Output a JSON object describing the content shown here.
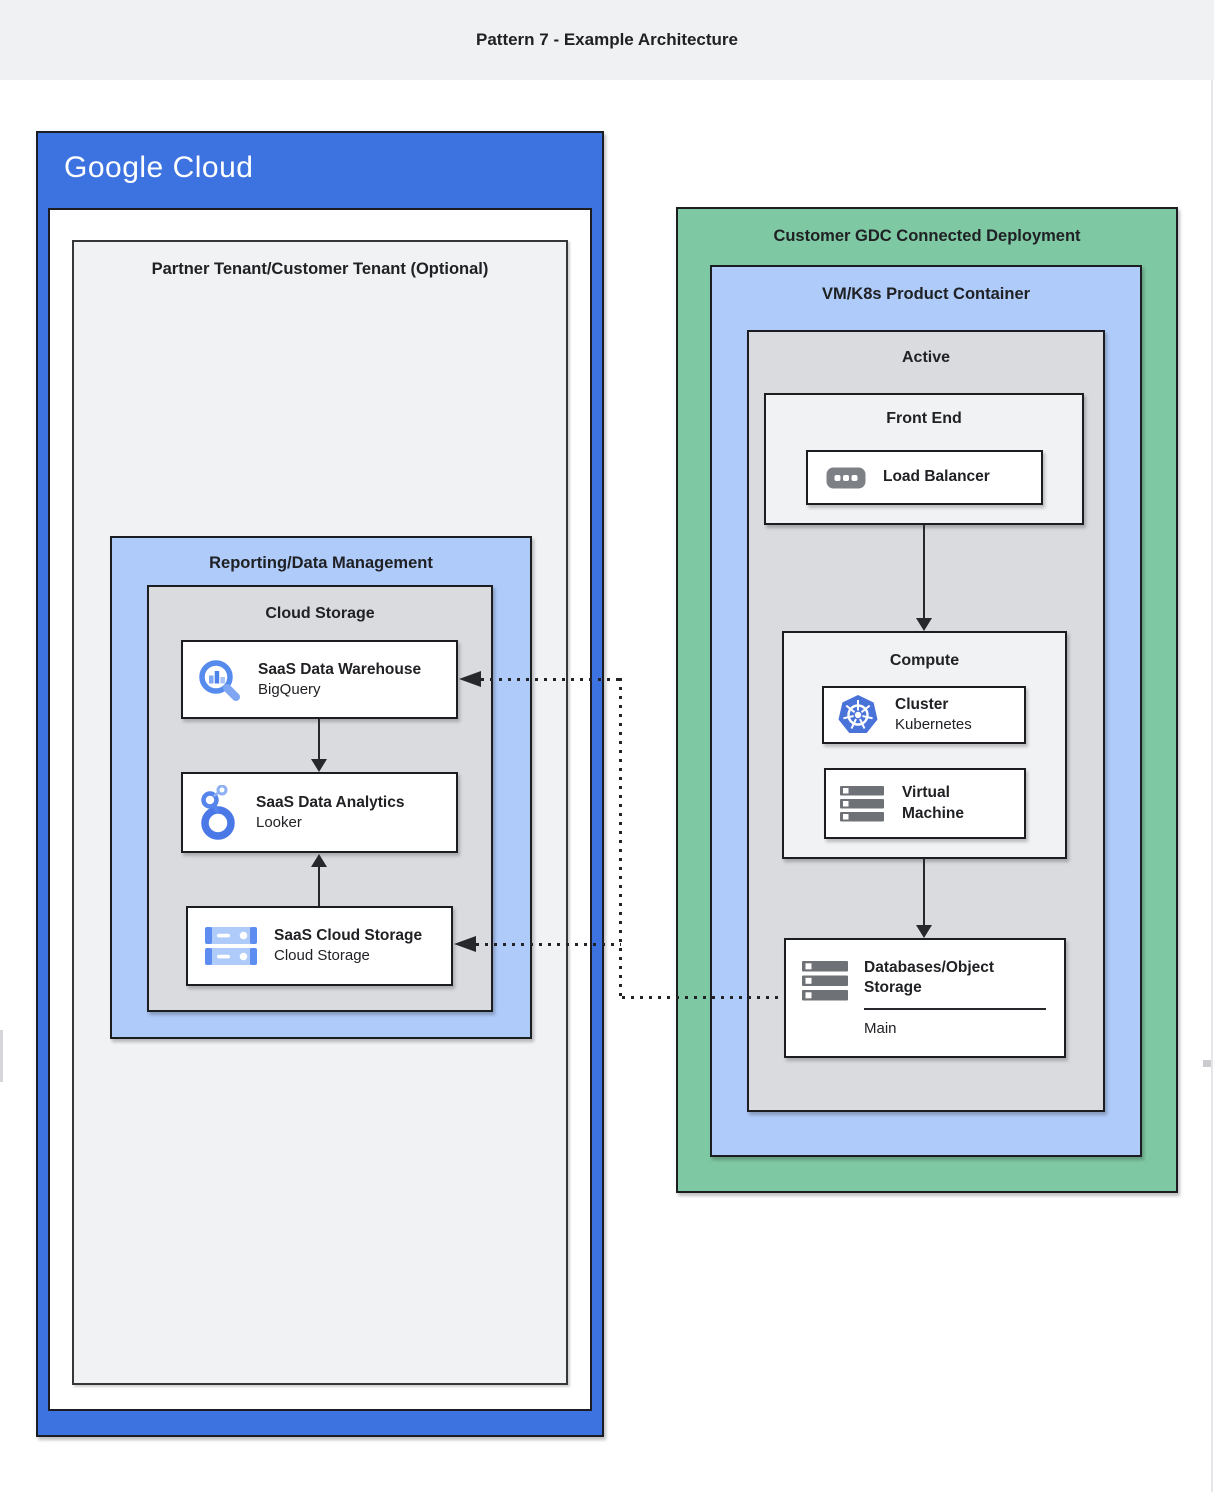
{
  "page": {
    "title": "Pattern 7 - Example Architecture"
  },
  "google_cloud": {
    "logo": "Google Cloud",
    "partner_tenant": {
      "title": "Partner Tenant/Customer Tenant (Optional)"
    },
    "reporting": {
      "title": "Reporting/Data Management",
      "cloud_storage_group": {
        "title": "Cloud Storage",
        "cards": [
          {
            "title": "SaaS Data Warehouse",
            "subtitle": "BigQuery",
            "icon": "bigquery-icon"
          },
          {
            "title": "SaaS Data Analytics",
            "subtitle": "Looker",
            "icon": "looker-icon"
          },
          {
            "title": "SaaS Cloud Storage",
            "subtitle": "Cloud Storage",
            "icon": "cloud-storage-icon"
          }
        ]
      }
    }
  },
  "gdc": {
    "title": "Customer GDC Connected Deployment",
    "container": {
      "title": "VM/K8s Product Container",
      "active": {
        "title": "Active",
        "front_end": {
          "title": "Front End",
          "card": {
            "title": "Load Balancer",
            "icon": "load-balancer-icon"
          }
        },
        "compute": {
          "title": "Compute",
          "cards": [
            {
              "title": "Cluster",
              "subtitle": "Kubernetes",
              "icon": "kubernetes-icon"
            },
            {
              "title": "Virtual Machine",
              "icon": "virtual-machine-icon"
            }
          ]
        },
        "database": {
          "title": "Databases/Object Storage",
          "label": "Main",
          "icon": "storage-stack-icon"
        }
      }
    }
  },
  "colors": {
    "google_blue": "#3d73e0",
    "light_blue": "#aecbfa",
    "green": "#7ec8a3",
    "inner_gray": "#d9dbdf",
    "panel_gray": "#f1f2f4",
    "border_dark": "#1b1d20",
    "text": "#202124"
  }
}
